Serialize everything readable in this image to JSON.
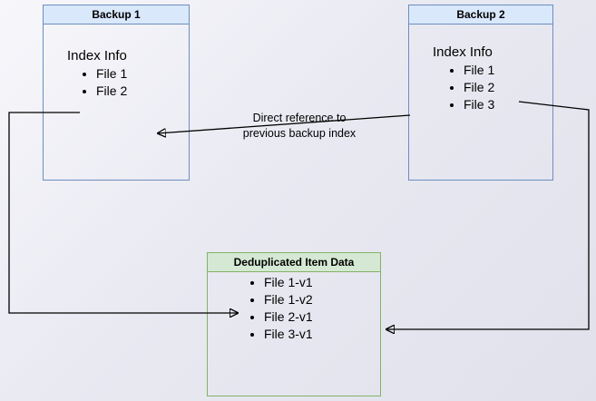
{
  "backup1": {
    "title": "Backup 1",
    "section_label": "Index Info",
    "items": [
      "File 1",
      "File 2"
    ],
    "header_fill": "#dae8fc",
    "border_color": "#6c8ebf"
  },
  "backup2": {
    "title": "Backup 2",
    "section_label": "Index Info",
    "items": [
      "File 1",
      "File 2",
      "File 3"
    ],
    "header_fill": "#dae8fc",
    "border_color": "#6c8ebf"
  },
  "dedup": {
    "title": "Deduplicated Item Data",
    "items": [
      "File 1-v1",
      "File 1-v2",
      "File 2-v1",
      "File 3-v1"
    ],
    "header_fill": "#d5e8d4",
    "border_color": "#82b366"
  },
  "annotation": {
    "line1": "Direct reference to",
    "line2": "previous backup index"
  },
  "arrow_color": "#000000"
}
